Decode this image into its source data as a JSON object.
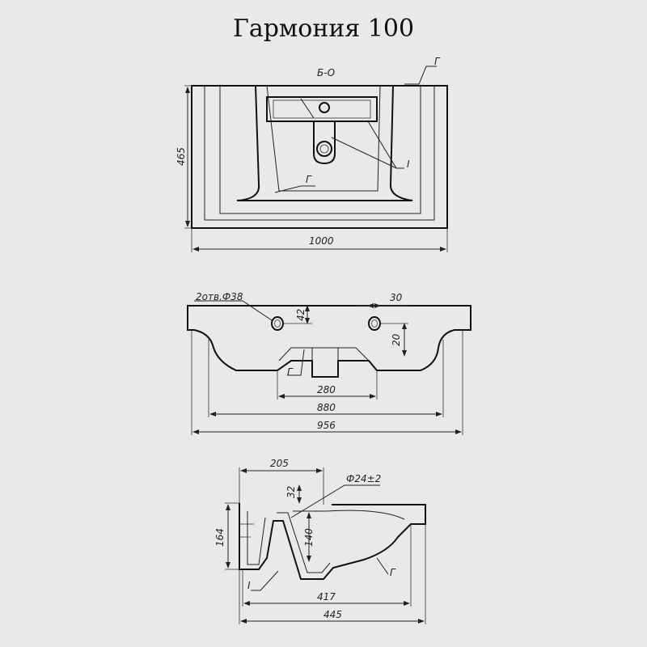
{
  "title": "Гармония 100",
  "top_view": {
    "width": "1000",
    "height": "465",
    "label_bo": "Б-О",
    "label_g": "Г",
    "label_i": "I"
  },
  "front_view": {
    "holes": "2отв.Ф38",
    "d42": "42",
    "d30": "30",
    "d20": "20",
    "d280": "280",
    "d880": "880",
    "d956": "956",
    "label_g": "Г"
  },
  "side_view": {
    "d205": "205",
    "d32": "32",
    "diam": "Ф24±2",
    "d164": "164",
    "d140": "140",
    "d417": "417",
    "d445": "445",
    "label_g": "Г",
    "label_i": "I"
  }
}
